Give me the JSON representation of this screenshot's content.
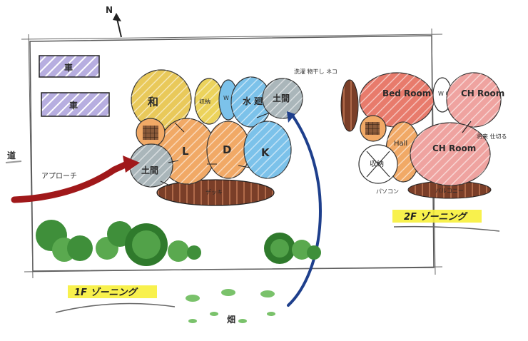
{
  "compass": {
    "label": "N"
  },
  "road": {
    "label": "道"
  },
  "approach": {
    "label": "アプローチ"
  },
  "floor1": {
    "title": "1F ゾーニング",
    "rooms": {
      "washitsu": "和",
      "storage": "収納",
      "wc": "W C",
      "water": "水 廻",
      "doma_top": "土間",
      "laundry_note": "洗濯 物干し ネコ",
      "living": "L",
      "dining": "D",
      "kitchen": "K",
      "doma_left": "土間",
      "deck": "デッキ"
    }
  },
  "floor2": {
    "title": "2F ゾーニング",
    "rooms": {
      "bedroom": "Bed Room",
      "wc": "W C",
      "ch_top": "CH Room",
      "hall": "Hall",
      "ch_bottom": "CH Room",
      "storage": "収納",
      "pc_note": "パソコン",
      "future_note": "将来 仕切る",
      "balcony": "バルコニー"
    }
  },
  "field": {
    "label": "畑"
  },
  "parking": {
    "car1": "車",
    "car2": "車"
  },
  "colors": {
    "yellow": "#e9c95a",
    "orange": "#f1a966",
    "blue": "#7cc2ea",
    "gray": "#aab6ba",
    "brown": "#8a4a32",
    "pink": "#efa3a0",
    "salmon": "#e87b6c",
    "purple": "#9a8ac8",
    "green": "#3f8f3a",
    "arrow_red": "#a0181a",
    "arrow_blue": "#1e3f8c",
    "highlight": "#f7ef3a"
  }
}
